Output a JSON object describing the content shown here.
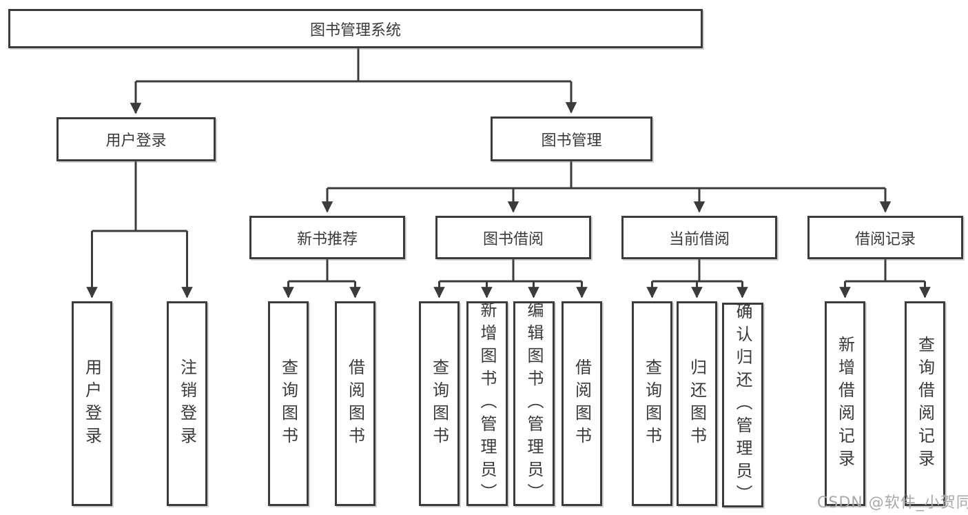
{
  "title": "图书管理系统",
  "user_branch": {
    "label": "用户登录",
    "children": [
      {
        "label": "用户登录"
      },
      {
        "label": "注销登录"
      }
    ]
  },
  "mgmt_branch": {
    "label": "图书管理",
    "sections": [
      {
        "label": "新书推荐",
        "children": [
          {
            "label": "查询图书"
          },
          {
            "label": "借阅图书"
          }
        ]
      },
      {
        "label": "图书借阅",
        "children": [
          {
            "label": "查询图书"
          },
          {
            "label": "新增图书（管理员）"
          },
          {
            "label": "编辑图书（管理员）"
          },
          {
            "label": "借阅图书"
          }
        ]
      },
      {
        "label": "当前借阅",
        "children": [
          {
            "label": "查询图书"
          },
          {
            "label": "归还图书"
          },
          {
            "label": "确认归还（管理员）"
          }
        ]
      },
      {
        "label": "借阅记录",
        "children": [
          {
            "label": "新增借阅记录"
          },
          {
            "label": "查询借阅记录"
          }
        ]
      }
    ]
  },
  "watermark": "CSDN @软件_小贺同学",
  "colors": {
    "line": "#3b3b3b",
    "text": "#3a3a3a",
    "watermark": "#a8a8a8"
  }
}
